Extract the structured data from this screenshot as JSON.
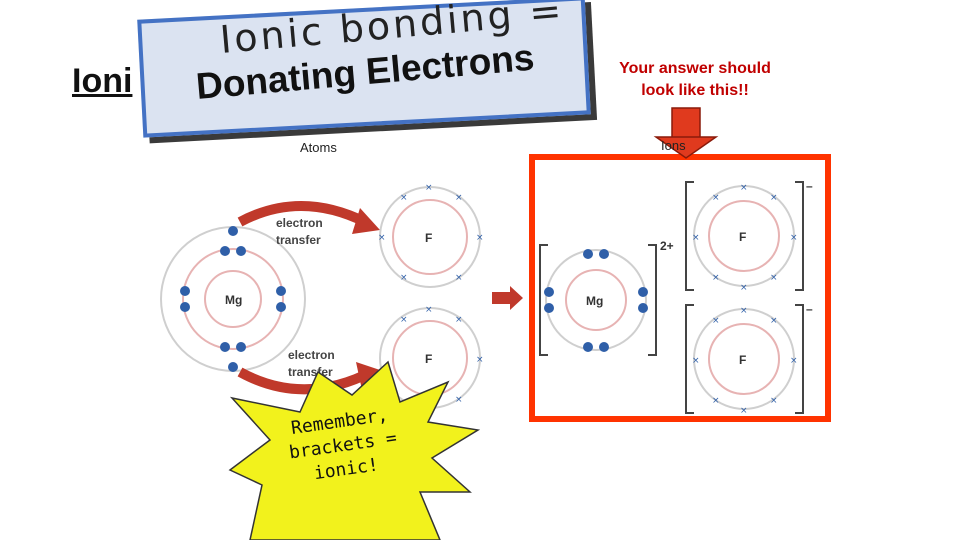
{
  "background_heading": "Ioni",
  "title": {
    "line1": "Ionic bonding =",
    "line2": "Donating Electrons"
  },
  "answer_note": {
    "line1": "Your answer should",
    "line2": "look like this!!"
  },
  "labels": {
    "atoms": "Atoms",
    "ions": "Ions"
  },
  "diagram": {
    "mg": "Mg",
    "f": "F",
    "transfer_top": [
      "electron",
      "transfer"
    ],
    "transfer_bottom": [
      "electron",
      "transfer"
    ],
    "charge_mg": "2+",
    "charge_f": "–"
  },
  "callout": {
    "line1": "Remember,",
    "line2": "brackets =",
    "line3": "ionic!"
  },
  "colors": {
    "title_border": "#4472c4",
    "title_fill": "#dbe3f1",
    "answer_text": "#c00000",
    "answer_box": "#ff3300",
    "down_arrow": "#e03a1e",
    "burst_fill": "#f2f21c",
    "electron": "#2f5fa8",
    "transfer_arrow": "#c0392b"
  }
}
